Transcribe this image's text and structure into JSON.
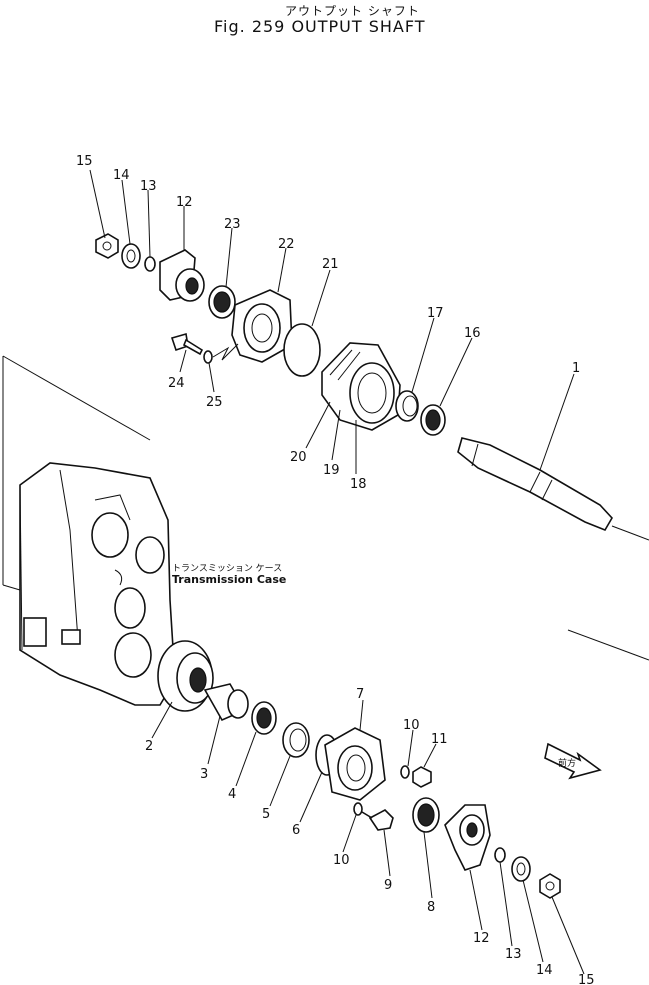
{
  "title": {
    "jp": "アウトプット シャフト",
    "en": "Fig. 259 OUTPUT SHAFT"
  },
  "case_label": {
    "jp": "トランスミッション ケース",
    "en": "Transmission Case"
  },
  "front_badge": "前方",
  "callouts": [
    {
      "id": "c15a",
      "text": "15"
    },
    {
      "id": "c14a",
      "text": "14"
    },
    {
      "id": "c13a",
      "text": "13"
    },
    {
      "id": "c12a",
      "text": "12"
    },
    {
      "id": "c23",
      "text": "23"
    },
    {
      "id": "c22",
      "text": "22"
    },
    {
      "id": "c21",
      "text": "21"
    },
    {
      "id": "c17",
      "text": "17"
    },
    {
      "id": "c16",
      "text": "16"
    },
    {
      "id": "c1",
      "text": "1"
    },
    {
      "id": "c24",
      "text": "24"
    },
    {
      "id": "c25",
      "text": "25"
    },
    {
      "id": "c20",
      "text": "20"
    },
    {
      "id": "c19",
      "text": "19"
    },
    {
      "id": "c18",
      "text": "18"
    },
    {
      "id": "c7",
      "text": "7"
    },
    {
      "id": "c10a",
      "text": "10"
    },
    {
      "id": "c11",
      "text": "11"
    },
    {
      "id": "c2",
      "text": "2"
    },
    {
      "id": "c3",
      "text": "3"
    },
    {
      "id": "c4",
      "text": "4"
    },
    {
      "id": "c5",
      "text": "5"
    },
    {
      "id": "c6",
      "text": "6"
    },
    {
      "id": "c10b",
      "text": "10"
    },
    {
      "id": "c9",
      "text": "9"
    },
    {
      "id": "c8",
      "text": "8"
    },
    {
      "id": "c12b",
      "text": "12"
    },
    {
      "id": "c13b",
      "text": "13"
    },
    {
      "id": "c14b",
      "text": "14"
    },
    {
      "id": "c15b",
      "text": "15"
    }
  ]
}
